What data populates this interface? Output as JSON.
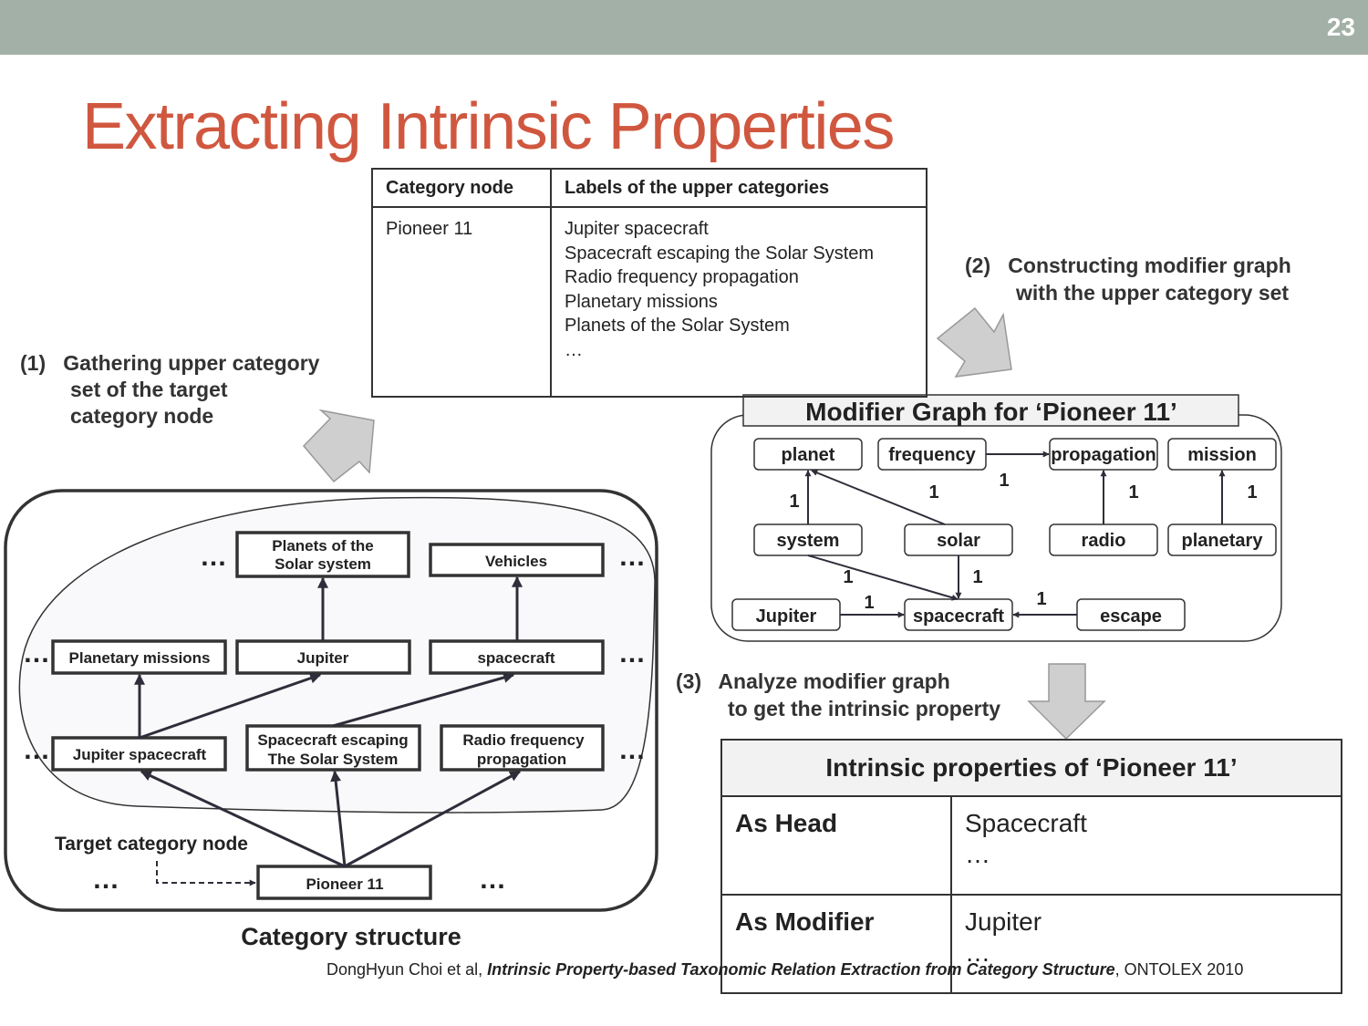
{
  "slide": {
    "number": "23",
    "title": "Extracting Intrinsic Properties"
  },
  "colors": {
    "topbar": "#a3b0a8",
    "title": "#d0573f",
    "line": "#2e2e3a",
    "arrow_fill": "#cfcfcf"
  },
  "upper_table": {
    "headers": [
      "Category node",
      "Labels of the upper categories"
    ],
    "node": "Pioneer 11",
    "labels": [
      "Jupiter spacecraft",
      "Spacecraft escaping the Solar System",
      "Radio frequency propagation",
      "Planetary missions",
      "Planets of the Solar System",
      "…"
    ]
  },
  "steps": {
    "step1": [
      "(1)   Gathering upper category",
      "set of the target",
      "category node"
    ],
    "step2": [
      "(2)   Constructing modifier graph",
      "with the upper category set"
    ],
    "step3": [
      "(3)   Analyze modifier graph",
      "to get the intrinsic property"
    ]
  },
  "category_structure": {
    "caption": "Category structure",
    "target_label": "Target category node",
    "ellipsis": "…",
    "nodes": {
      "planets_solar": [
        "Planets of the",
        "Solar system"
      ],
      "vehicles": [
        "Vehicles"
      ],
      "planetary_missions": [
        "Planetary missions"
      ],
      "jupiter": [
        "Jupiter"
      ],
      "spacecraft": [
        "spacecraft"
      ],
      "jupiter_spacecraft": [
        "Jupiter spacecraft"
      ],
      "spacecraft_escaping": [
        "Spacecraft escaping",
        "The Solar System"
      ],
      "radio_frequency": [
        "Radio frequency",
        "propagation"
      ],
      "pioneer": [
        "Pioneer 11"
      ]
    }
  },
  "modifier_graph": {
    "title": "Modifier Graph for ‘Pioneer 11’",
    "nodes": {
      "planet": "planet",
      "frequency": "frequency",
      "propagation": "propagation",
      "mission": "mission",
      "system": "system",
      "solar": "solar",
      "radio": "radio",
      "planetary": "planetary",
      "jupiter": "Jupiter",
      "spacecraft": "spacecraft",
      "escape": "escape"
    },
    "edge_weight": "1"
  },
  "intrinsic_table": {
    "title": "Intrinsic properties of ‘Pioneer 11’",
    "rows": [
      {
        "role": "As Head",
        "values": [
          "Spacecraft",
          "…"
        ]
      },
      {
        "role": "As Modifier",
        "values": [
          "Jupiter",
          "…"
        ]
      }
    ]
  },
  "citation": {
    "authors": "DongHyun Choi et al, ",
    "paper": "Intrinsic Property-based Taxonomic Relation Extraction from Category Structure",
    "venue": ", ONTOLEX 2010"
  }
}
